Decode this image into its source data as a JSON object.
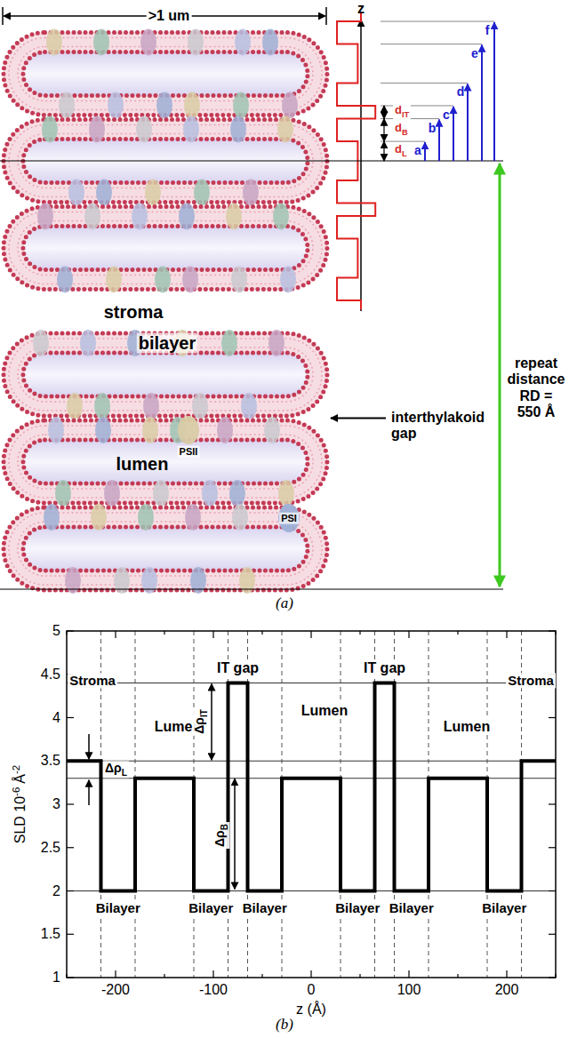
{
  "diagram": {
    "labels": [
      ">1 um",
      "z",
      "d",
      "IT",
      "d",
      "B",
      "d",
      "L",
      "a",
      "b",
      "c",
      "d",
      "e",
      "f",
      "repeat distance RD = 550 Å",
      "stroma",
      "bilayer",
      "interthylakoid gap",
      "PSII",
      "lumen",
      "PSI",
      "(a)",
      "5",
      "4.5",
      "4",
      "3.5",
      "3",
      "2.5",
      "2",
      "1.5",
      "1",
      "SLD 10",
      "-6",
      "Å",
      "-2",
      "-200",
      "-100",
      "0",
      "100",
      "200",
      "z (Å)",
      "Stroma",
      "Δρ",
      "L",
      "Lumen",
      "IT gap",
      "Δρ",
      "IT",
      "Δρ",
      "B",
      "Lumen",
      "IT gap",
      "Lumen",
      "Stroma",
      "Bilayer",
      "Bilayer",
      "Bilayer",
      "Bilayer",
      "Bilayer",
      "Bilayer",
      "(b)"
    ]
  }
}
